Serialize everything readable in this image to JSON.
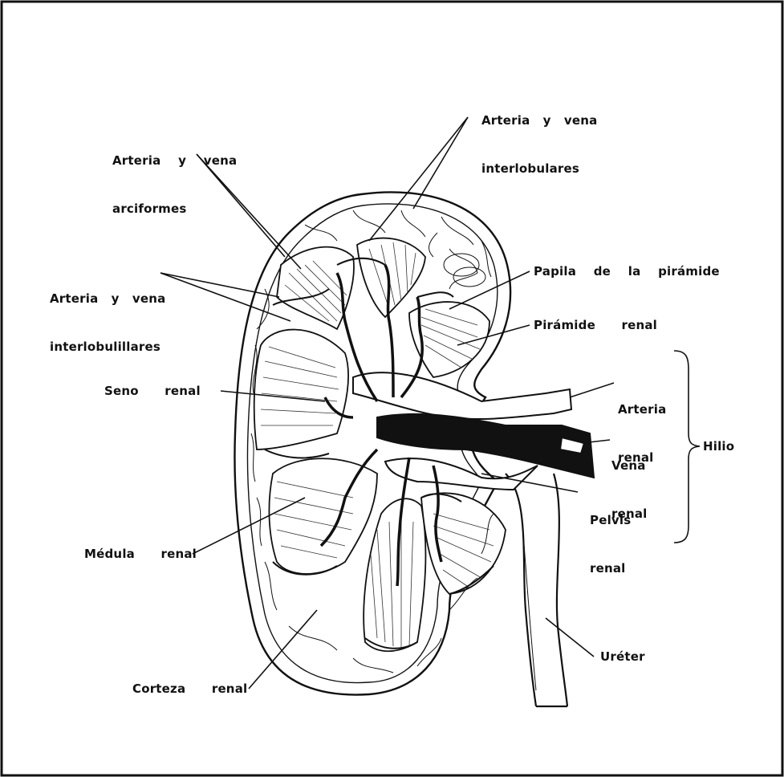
{
  "labels": {
    "arterias_interlobulares": [
      "Arteria   y   vena",
      "interlobulares"
    ],
    "arterias_arciformes": [
      "Arteria    y    vena",
      "arciformes"
    ],
    "arterias_interlobulillares": [
      "Arteria   y   vena",
      "interlobulillares"
    ],
    "papila": "Papila    de    la    pirámide",
    "piramide": "Pirámide      renal",
    "arteria_renal": [
      "Arteria",
      "renal"
    ],
    "seno": "Seno      renal",
    "vena_renal": [
      "Vena",
      "renal"
    ],
    "hilio": "Hilio",
    "pelvis": [
      "Pelvis",
      "renal"
    ],
    "medula": "Médula      renal",
    "ureter": "Uréter",
    "corteza": "Corteza      renal"
  }
}
